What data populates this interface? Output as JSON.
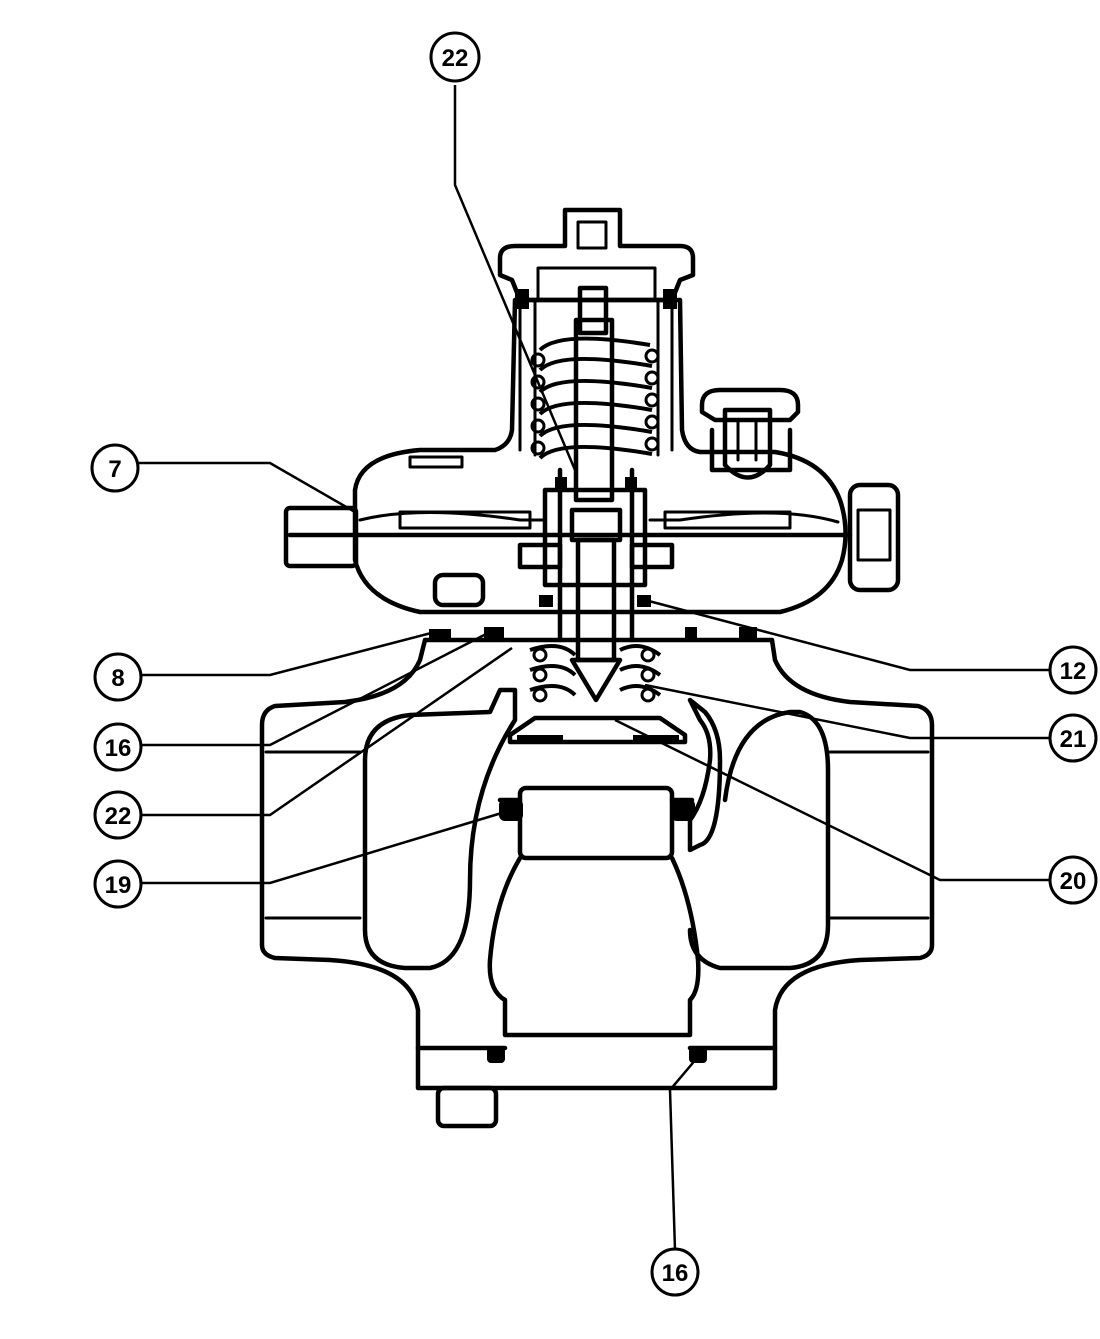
{
  "diagram": {
    "callouts": [
      {
        "id": "c22-top",
        "label": "22"
      },
      {
        "id": "c7",
        "label": "7"
      },
      {
        "id": "c8",
        "label": "8"
      },
      {
        "id": "c16-left",
        "label": "16"
      },
      {
        "id": "c22-left",
        "label": "22"
      },
      {
        "id": "c19",
        "label": "19"
      },
      {
        "id": "c12",
        "label": "12"
      },
      {
        "id": "c21",
        "label": "21"
      },
      {
        "id": "c20",
        "label": "20"
      },
      {
        "id": "c16-bottom",
        "label": "16"
      }
    ]
  }
}
